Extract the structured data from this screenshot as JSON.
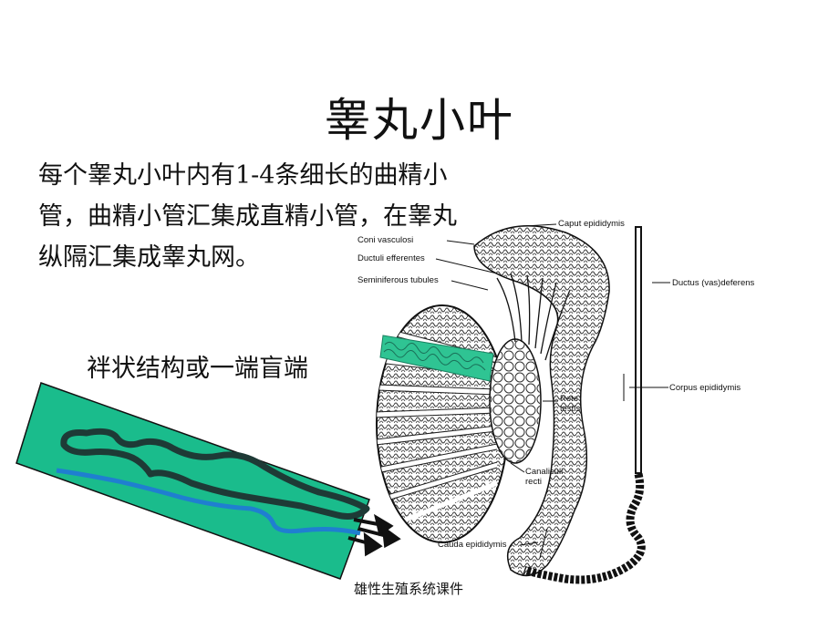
{
  "slide": {
    "title": "睾丸小叶",
    "paragraph_lines": [
      "每个睾丸小叶内有1-4条细长的曲精小",
      "管，曲精小管汇集成直精小管，在睾丸",
      "纵隔汇集成睾丸网。"
    ],
    "loop_caption": "袢状结构或一端盲端",
    "footer": "雄性生殖系统课件"
  },
  "diagram_labels": {
    "caput": "Caput epididymis",
    "coni": "Coni vasculosi",
    "ductuli": "Ductuli efferentes",
    "seminiferous": "Seminiferous tubules",
    "ductus": "Ductus (vas)deferens",
    "rete_line1": "Rete",
    "rete_line2": "testis",
    "corpus": "Corpus epididymis",
    "canaliculi_line1": "Canaliculi",
    "canaliculi_line2": "recti",
    "cauda": "Cauda epididymis"
  },
  "colors": {
    "teal_fill": "#1abc8c",
    "dark_line": "#1e3a36",
    "blue_line": "#1f7fd0",
    "highlight": "#2fc493"
  }
}
